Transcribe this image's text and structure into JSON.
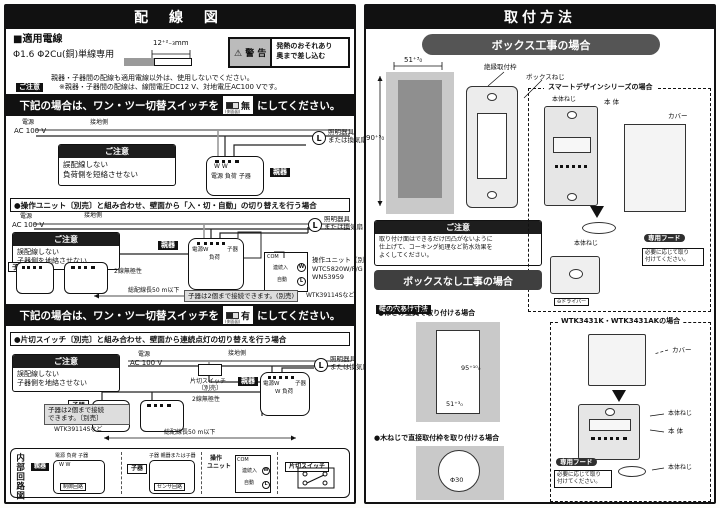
{
  "left": {
    "title": "配 線 図",
    "wire": {
      "heading": "■適用電線",
      "spec": "Φ1.6 Φ2Cu(銅)単線専用",
      "dim": "12⁺²₋₃mm"
    },
    "warning": {
      "label": "⚠ 警 告",
      "line1": "発熱のおそれあり",
      "line2": "奥まで差し込む"
    },
    "note": {
      "tag": "ご注意",
      "line1": "親器・子器間の配線も適用電線以外は、使用しないでください。",
      "line2": "※親器・子器間の配線は、線間電圧DC12 V、対地電圧AC100 Vです。"
    },
    "bar1": {
      "pre": "下記の場合は、ワン・ツー切替スイッチを",
      "switch": "無",
      "caption": "(側面図)",
      "post": "にしてください。"
    },
    "d1": {
      "power1": "電源",
      "power2": "AC 100 V",
      "ground": "接地側",
      "caution_tag": "ご注意",
      "caution1": "誤配線しない",
      "caution2": "負荷側を短絡させない",
      "device": "親器",
      "tw": "W   W",
      "tlabels": "電源 負荷 子器",
      "load_sym": "L",
      "load1": "照明器具",
      "load2": "または換気扇"
    },
    "sec2": "●操作ユニット〔別売〕と組み合わせ、壁面から「入・切・自動」の切り替えを行う場合",
    "d2": {
      "power1": "電源",
      "power2": "AC 100 V",
      "ground": "接地側",
      "caution_tag": "ご注意",
      "caution1": "誤配線しない",
      "caution2": "子器側を地絡させない",
      "device": "親器",
      "tl": "電源W",
      "tm": "負荷",
      "tr": "子器",
      "child_tag": "子器",
      "wire_note": "2線無極性",
      "length": "総配線長50 m以下",
      "op_com": "COM",
      "op_in": "連続入",
      "op_auto": "自動",
      "op_w": "W",
      "op_l": "L",
      "op1": "操作ユニット〔別売〕",
      "op2": "WTC5820W/F/G",
      "op3": "WN53959",
      "note1": "子器は2個まで接続できます。(別売)",
      "note2": "WTK39114Sなど",
      "load_sym": "L",
      "load1": "照明器具",
      "load2": "または換気扇"
    },
    "bar2": {
      "pre": "下記の場合は、ワン・ツー切替スイッチを",
      "switch": "有",
      "caption": "(側面図)",
      "post": "にしてください。"
    },
    "sec3": "●片切スイッチ〔別売〕と組み合わせ、壁面から連続点灯の切り替えを行う場合",
    "d3": {
      "power1": "電源",
      "power2": "AC 100 V",
      "ground": "接地側",
      "caution_tag": "ご注意",
      "caution1": "誤配線しない",
      "caution2": "子器側を地絡させない",
      "sw1": "片切スイッチ",
      "sw2": "〔別売〕",
      "device": "親器",
      "tl": "電源W",
      "tm": "W 負荷",
      "tr": "子器",
      "child_tag": "子器",
      "wire_note": "2線無極性",
      "length": "総配線長50 m以下",
      "note1": "子器は2個まで接続",
      "note2": "できます。〔別売〕",
      "note3": "WTK39114Sなど",
      "load_sym": "L",
      "load1": "照明器具",
      "load2": "または換気扇"
    },
    "internal": {
      "side": "内部回路図",
      "c1_tag": "親器",
      "c1_top": "電源 負荷 子器",
      "c1_w": "W  W",
      "c1_box": "制御回路",
      "c2_tag": "子器",
      "c2_top": "子器 親器または子器",
      "c2_box": "センサ回路",
      "c3_tag1": "操作",
      "c3_tag2": "ユニット",
      "c3_com": "COM",
      "c3_in": "連続入",
      "c3_auto": "自動",
      "c3_w": "W",
      "c3_l": "L",
      "c4_tag": "片切スイッチ"
    }
  },
  "right": {
    "title": "取付方法",
    "pill": "ボックス工事の場合",
    "box": {
      "dim_w": "51⁺³₀",
      "dim_h": "90⁺⁵₀",
      "frame": "絶縁取付枠",
      "screw": "ボックスねじ",
      "caution_tag": "ご注意",
      "caution1": "取り付け面はできるだけ凹凸がないように",
      "caution2": "仕上げて、コーキング処理など防水効果を",
      "caution3": "よくしてください。"
    },
    "smart": {
      "header": "スマートデザインシリーズの場合",
      "screw1": "本体ねじ",
      "body": "本 体",
      "cover": "カバー",
      "screw2": "本体ねじ",
      "hood_tag": "専用フード",
      "hood1": "必要に応じて取り",
      "hood2": "付けてください。",
      "driver": "⊖ドライバー"
    },
    "nobox": {
      "header": "ボックスなし工事の場合",
      "hole_tag": "壁の穴あけ寸法",
      "case1": "●はさみ金具で取り付ける場合",
      "dim1": "95⁺¹⁰₀",
      "dim2": "51⁺³₀",
      "case2": "●木ねじで直接取付枠を取り付ける場合",
      "dim3": "Φ30"
    },
    "wtk": {
      "header": "WTK3431K・WTK3431AKの場合",
      "cover": "カバー",
      "screw1": "本体ねじ",
      "body": "本 体",
      "screw2": "本体ねじ",
      "hood_tag": "専用フード",
      "hood1": "必要に応じて取り",
      "hood2": "付けてください。"
    }
  }
}
